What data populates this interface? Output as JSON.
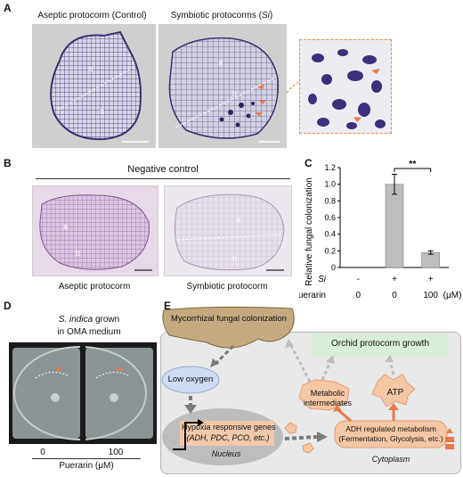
{
  "panels": {
    "A": {
      "label": "A",
      "captions": [
        "Aseptic protocorm (Control)",
        "Symbiotic protocorms (",
        "Si",
        ")"
      ],
      "region_marks": [
        "a",
        "b"
      ]
    },
    "B": {
      "label": "B",
      "header": "Negative control",
      "captions": [
        "Aseptic protocorm",
        "Symbiotic protocorm"
      ],
      "region_marks": [
        "a",
        "b"
      ]
    },
    "C": {
      "label": "C"
    },
    "D": {
      "label": "D",
      "title_species": "S. indica",
      "title_rest": "grown",
      "title_line2": "in OMA medium",
      "conc_left": "0",
      "conc_right": "100",
      "axis_label": "Puerarin (μM)"
    },
    "E": {
      "label": "E",
      "mycorrhizal": "Mycorrhizal fungal colonization",
      "low_oxygen": "Low oxygen",
      "orchid_growth": "Orchid protocorm growth",
      "metabolic1": "Metabolic",
      "metabolic2": "intermediates",
      "atp": "ATP",
      "hypoxia1": "Hypoxia responsive genes",
      "hypoxia2": "(ADH, PDC, PCO, etc.)",
      "nucleus": "Nucleus",
      "adh1": "ADH regulated metabolism",
      "adh2": "(Fermentation, Glycolysis, etc.)",
      "cytoplasm": "Cytoplasm"
    }
  },
  "chart_data": {
    "type": "bar",
    "ylabel": "Relative fungal colonization",
    "ylim": [
      0,
      1.2
    ],
    "yticks": [
      "0",
      "0.2",
      "0.4",
      "0.6",
      "0.8",
      "1.0",
      "1.2"
    ],
    "row_labels": [
      "Si",
      "Puerarin"
    ],
    "categories": [
      {
        "si": "-",
        "puerarin": "0"
      },
      {
        "si": "+",
        "puerarin": "0"
      },
      {
        "si": "+",
        "puerarin": "100"
      }
    ],
    "unit": "(μM)",
    "values": [
      0,
      1.0,
      0.18
    ],
    "errors": [
      0,
      0.12,
      0.02
    ],
    "significance": "**",
    "bar_color": "#bdbdbd"
  }
}
